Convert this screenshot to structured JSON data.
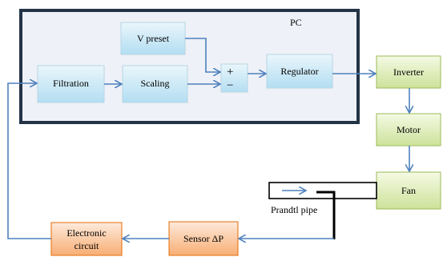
{
  "diagram": {
    "pc_label": "PC",
    "blocks": {
      "v_preset": "V preset",
      "filtration": "Filtration",
      "scaling": "Scaling",
      "regulator": "Regulator",
      "inverter": "Inverter",
      "motor": "Motor",
      "fan": "Fan",
      "prandtl_pipe": "Prandtl pipe",
      "sensor": "Sensor ΔP",
      "electronic_circuit_line1": "Electronic",
      "electronic_circuit_line2": "circuit"
    },
    "summing_junction": {
      "plus": "+",
      "minus": "−"
    },
    "colors": {
      "pc_border": "#243447",
      "pc_fill": "#eef1f7",
      "blue_block_top": "#e9f6fb",
      "blue_block_bottom": "#b5e0f3",
      "green_block_top": "#f4f9e3",
      "green_block_bottom": "#cfe39a",
      "green_block_border": "#9bbb59",
      "orange_block_top": "#fde9d8",
      "orange_block_bottom": "#f9b27a",
      "orange_block_border": "#e46c0a",
      "arrow": "#4f81bd"
    }
  }
}
